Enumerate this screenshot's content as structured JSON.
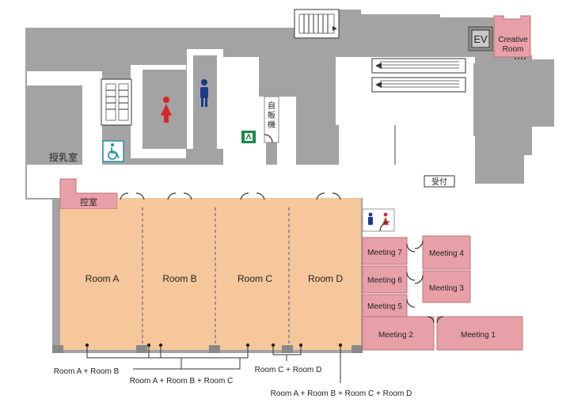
{
  "rooms": {
    "room_a": "Room A",
    "room_b": "Room B",
    "room_c": "Room C",
    "room_d": "Room D",
    "meeting_1": "Meeting 1",
    "meeting_2": "Meeting 2",
    "meeting_3": "Meeting 3",
    "meeting_4": "Meeting 4",
    "meeting_5": "Meeting 5",
    "meeting_6": "Meeting 6",
    "meeting_7": "Meeting 7",
    "creative_room_line1": "Creative",
    "creative_room_line2": "Room"
  },
  "facilities": {
    "nursing_room": "授乳室",
    "waiting_room": "控室",
    "reception": "受付",
    "vending_line1": "自",
    "vending_line2": "販",
    "vending_line3": "機",
    "elevator": "EV"
  },
  "icons": {
    "restroom_women": "female-restroom-icon",
    "restroom_men": "male-restroom-icon",
    "accessible": "wheelchair-icon",
    "emergency_exit": "emergency-exit-icon",
    "stairs": "stairs-icon"
  },
  "combinations": {
    "ab": "Room A + Room B",
    "abc": "Room A + Room B + Room C",
    "cd": "Room C + Room D",
    "abcd": "Room A + Room B + Room C + Room D"
  },
  "colors": {
    "main_hall": "#f5c79a",
    "meeting_room": "#e8a0a8",
    "wall": "#a3a3a3",
    "women": "#d7262c",
    "men": "#1a3a8c",
    "exit": "#1b8a4a"
  }
}
